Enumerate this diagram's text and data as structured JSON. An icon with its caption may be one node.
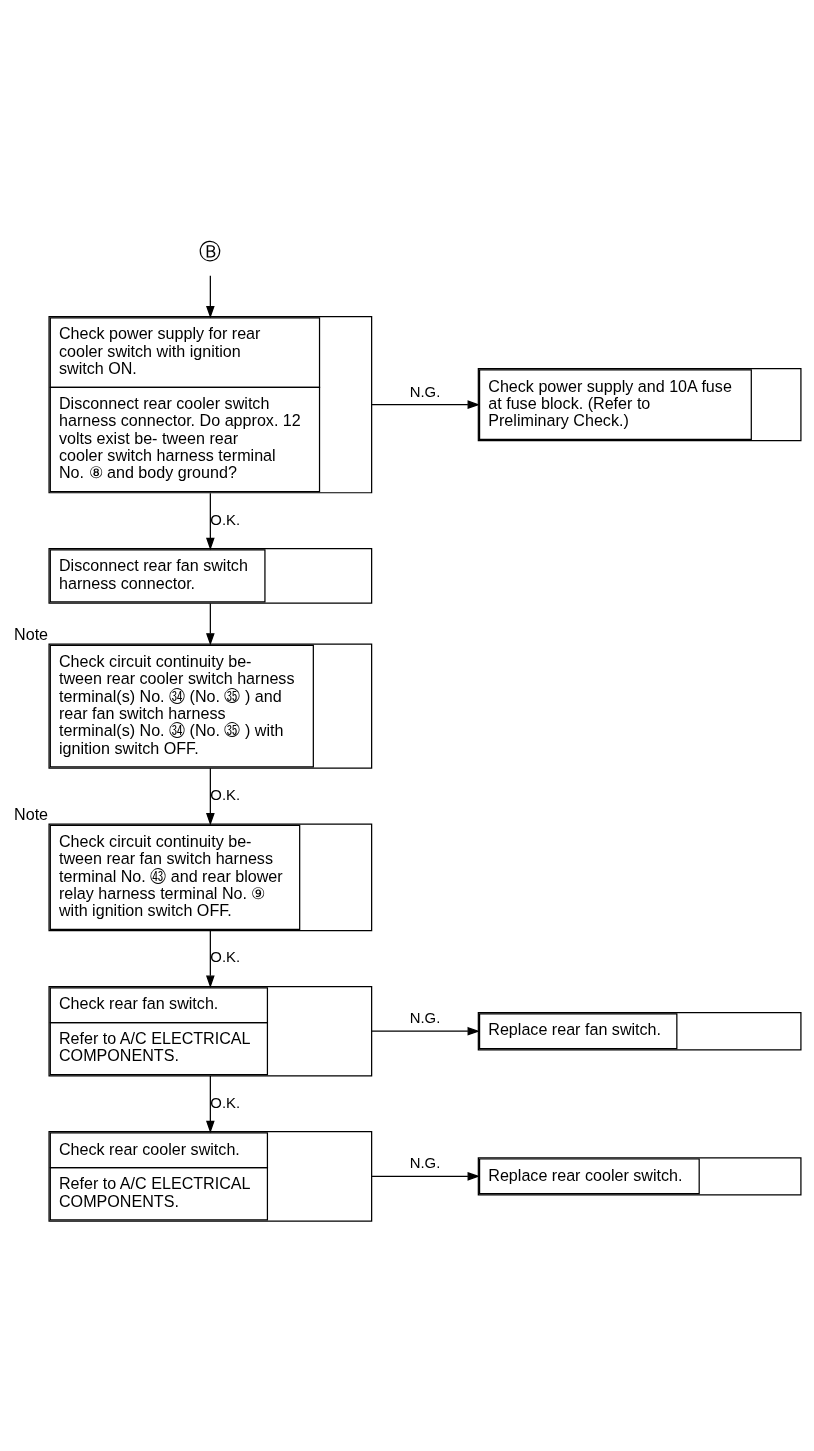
{
  "diagram": {
    "nodes": [
      {
        "text": [
          "Ⓑ"
        ]
      },
      {
        "text": [
          "Check power supply for rear cooler switch with ignition switch ON.",
          "Disconnect rear cooler switch harness connector. Do approx. 12 volts exist be- tween rear cooler switch harness terminal No. ⑧ and body ground?"
        ]
      },
      {
        "text": [
          "Check power supply and 10A fuse at fuse block. (Refer to Preliminary Check.)"
        ]
      },
      {
        "text": [
          "Disconnect rear fan switch harness connector."
        ]
      },
      {
        "text": [
          "Check circuit continuity be- tween rear cooler switch harness terminal(s) No. ㉞ (No. ㉟ ) and rear fan switch harness terminal(s) No. ㉞ (No. ㉟ ) with ignition switch OFF."
        ],
        "beside": [
          "Note"
        ]
      },
      {
        "text": [
          "Check circuit continuity be- tween rear fan switch harness terminal No. ㊸ and rear blower relay harness terminal No. ⑨ with ignition switch OFF."
        ],
        "beside": [
          "Note"
        ]
      },
      {
        "text": [
          "Check rear fan switch.",
          "Refer to A/C ELECTRICAL COMPONENTS."
        ]
      },
      {
        "text": [
          "Replace rear fan switch."
        ]
      },
      {
        "text": [
          "Check rear cooler switch.",
          "Refer to A/C ELECTRICAL COMPONENTS."
        ]
      },
      {
        "text": [
          "Replace rear cooler switch."
        ]
      }
    ],
    "edges": [
      {
        "from": 0,
        "to": 1,
        "arrow": "to"
      },
      {
        "from": 1,
        "to": 2,
        "arrow": "to",
        "label": "N.G."
      },
      {
        "from": 1,
        "to": 3,
        "arrow": "to",
        "label": "O.K."
      },
      {
        "from": 3,
        "to": 4,
        "arrow": "to"
      },
      {
        "from": 4,
        "to": 5,
        "arrow": "to",
        "label": "O.K."
      },
      {
        "from": 5,
        "to": 6,
        "arrow": "to",
        "label": "O.K."
      },
      {
        "from": 6,
        "to": 7,
        "arrow": "to",
        "label": "N.G."
      },
      {
        "from": 6,
        "to": 8,
        "arrow": "to",
        "label": "O.K."
      },
      {
        "from": 8,
        "to": 9,
        "arrow": "to",
        "label": "N.G."
      }
    ]
  }
}
